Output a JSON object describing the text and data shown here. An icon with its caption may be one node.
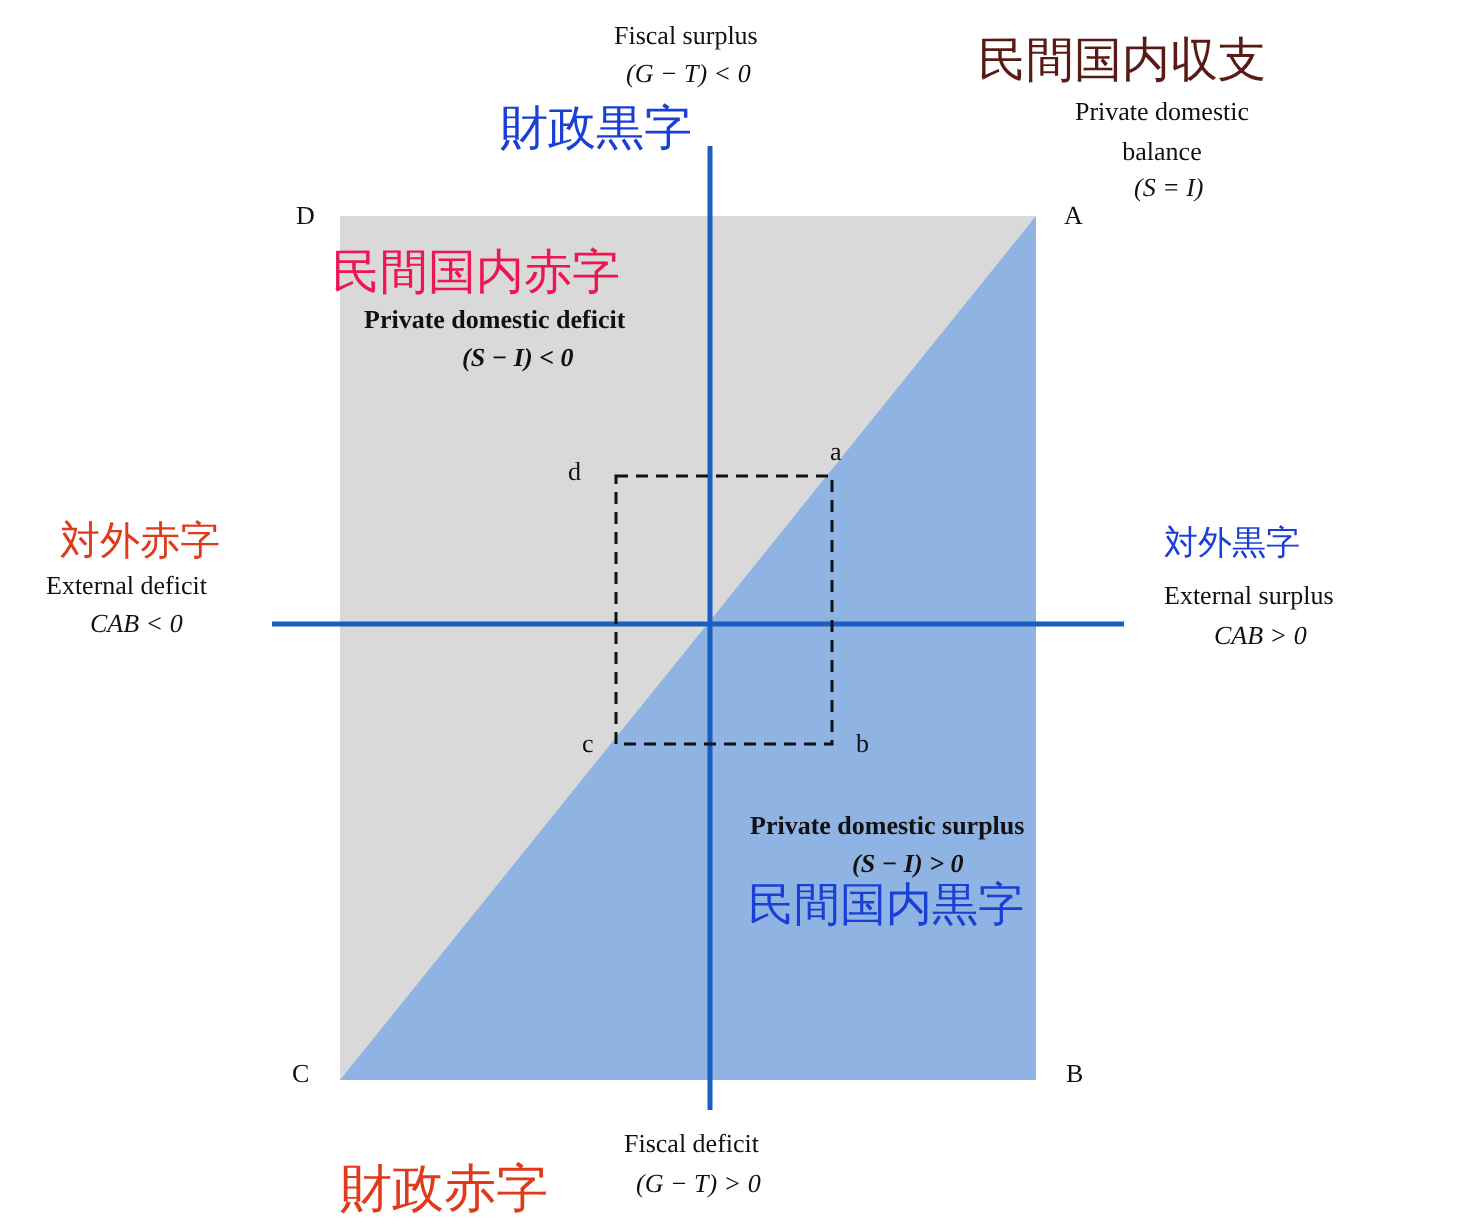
{
  "diagram": {
    "nodes": [
      {
        "text": [],
        "shape": "box"
      }
    ],
    "labels": [
      "Fiscal surplus",
      "(G − T) < 0",
      "民間国内収支",
      "財政黒字",
      "Private domestic balance",
      "(S = I)",
      "D",
      "A",
      "民間国内赤字",
      "Private domestic deficit",
      "(S − I) < 0",
      "d",
      "a",
      "対外赤字",
      "対外黒字",
      "External deficit",
      "External surplus",
      "CAB < 0",
      "CAB > 0",
      "c",
      "b",
      "Private domestic surplus",
      "(S − I) > 0",
      "民間国内黒字",
      "C",
      "B",
      "Fiscal deficit",
      "(G − T) > 0",
      "財政赤字"
    ]
  }
}
